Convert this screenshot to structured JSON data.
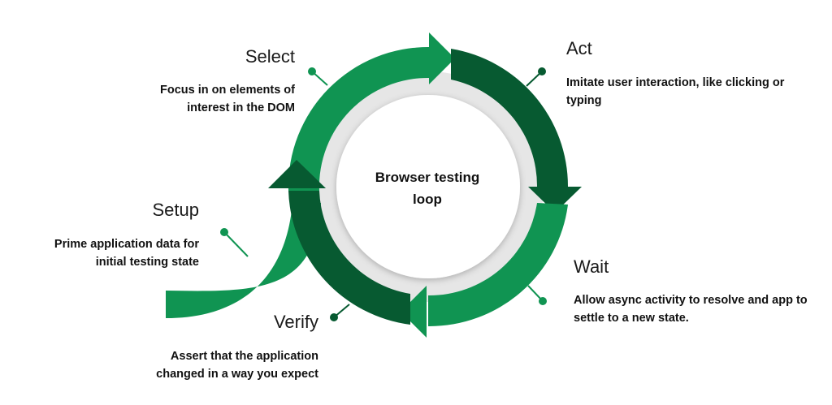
{
  "center": {
    "line1": "Browser testing",
    "line2": "loop"
  },
  "colors": {
    "light_green": "#109452",
    "dark_green": "#075a31",
    "grey_ring": "#e6e6e6",
    "white": "#ffffff"
  },
  "steps": [
    {
      "id": "select",
      "title": "Select",
      "desc_lines": [
        "Focus in on elements of",
        "interest in the DOM"
      ]
    },
    {
      "id": "act",
      "title": "Act",
      "desc_lines": [
        "Imitate user interaction, like clicking or",
        "typing"
      ]
    },
    {
      "id": "wait",
      "title": "Wait",
      "desc_lines": [
        "Allow async activity to resolve and app to",
        "settle to a new state."
      ]
    },
    {
      "id": "verify",
      "title": "Verify",
      "desc_lines": [
        "Assert that the application",
        "changed in a way you expect"
      ]
    },
    {
      "id": "setup",
      "title": "Setup",
      "desc_lines": [
        "Prime application data for",
        "initial testing state"
      ]
    }
  ]
}
